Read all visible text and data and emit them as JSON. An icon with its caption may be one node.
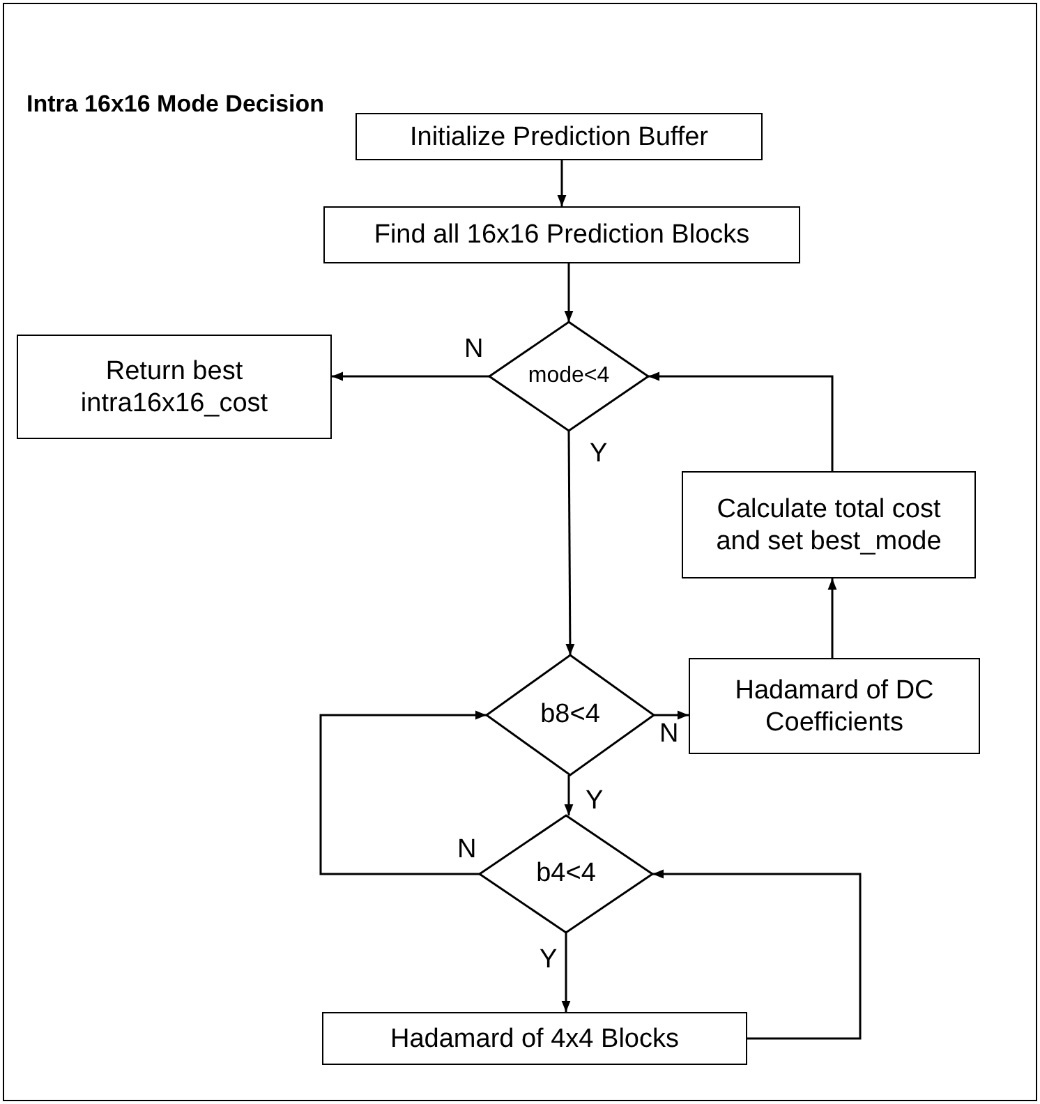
{
  "diagram": {
    "title": "Intra 16x16 Mode Decision",
    "nodes": [
      {
        "text": [
          "Initialize Prediction Buffer"
        ]
      },
      {
        "text": [
          "Find all 16x16 Prediction Blocks"
        ]
      },
      {
        "text": [
          "mode<4"
        ]
      },
      {
        "text": [
          "Return best intra16x16_cost"
        ]
      },
      {
        "text": [
          "Calculate total cost and set best_mode"
        ]
      },
      {
        "text": [
          "Hadamard of DC Coefficients"
        ]
      },
      {
        "text": [
          "b8<4"
        ]
      },
      {
        "text": [
          "b4<4"
        ]
      },
      {
        "text": [
          "Hadamard of 4x4 Blocks"
        ]
      }
    ],
    "edges": [
      {
        "from": 0,
        "to": 1,
        "arrow": "to"
      },
      {
        "from": 1,
        "to": 2,
        "arrow": "to"
      },
      {
        "from": 2,
        "to": 3,
        "arrow": "to",
        "label": "N"
      },
      {
        "from": 2,
        "to": 6,
        "arrow": "to",
        "label": "Y"
      },
      {
        "from": 6,
        "to": 5,
        "arrow": "to",
        "label": "N"
      },
      {
        "from": 5,
        "to": 4,
        "arrow": "to"
      },
      {
        "from": 4,
        "to": 2,
        "arrow": "to"
      },
      {
        "from": 6,
        "to": 7,
        "arrow": "to",
        "label": "Y"
      },
      {
        "from": 7,
        "to": 6,
        "arrow": "to",
        "label": "N"
      },
      {
        "from": 7,
        "to": 8,
        "arrow": "to",
        "label": "Y"
      },
      {
        "from": 8,
        "to": 7,
        "arrow": "to"
      }
    ]
  }
}
